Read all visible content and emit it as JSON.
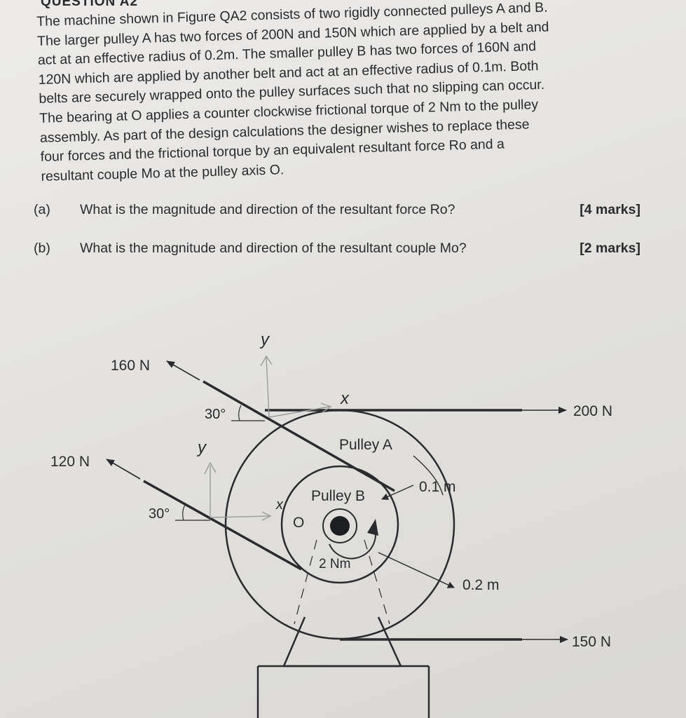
{
  "header": {
    "title": "QUESTION A2"
  },
  "body": {
    "lines": [
      "The machine shown in Figure QA2 consists of two rigidly connected pulleys A and B.",
      "The larger pulley A has two forces of 200N and 150N which are applied by a belt and",
      "act at an effective radius of 0.2m. The smaller pulley B has two forces of 160N and",
      "120N which are applied by another belt and act at an effective radius of 0.1m. Both",
      "belts are securely wrapped onto the pulley surfaces such that no slipping can occur.",
      "The bearing at O applies a counter clockwise frictional torque of 2 Nm to the pulley",
      "assembly. As part of the design calculations the designer wishes to replace these",
      "four forces and the frictional torque by an equivalent resultant force Ro and a",
      "resultant couple Mo at the pulley axis O."
    ]
  },
  "questions": [
    {
      "label": "(a)",
      "text": "What is the magnitude and direction of the resultant force Ro?",
      "marks": "[4 marks]"
    },
    {
      "label": "(b)",
      "text": "What is the magnitude and direction of the resultant couple Mo?",
      "marks": "[2 marks]"
    }
  ],
  "figure": {
    "force_160": "160 N",
    "force_120": "120 N",
    "force_200": "200 N",
    "force_150": "150 N",
    "angle_top": "30°",
    "angle_bottom": "30°",
    "pulley_a": "Pulley A",
    "pulley_b": "Pulley B",
    "radius_b": "0.1 m",
    "radius_a": "0.2 m",
    "axis_o": "O",
    "torque": "2 Nm",
    "hand_y1": "y",
    "hand_x1": "x",
    "hand_y2": "y",
    "hand_x2": "x"
  }
}
